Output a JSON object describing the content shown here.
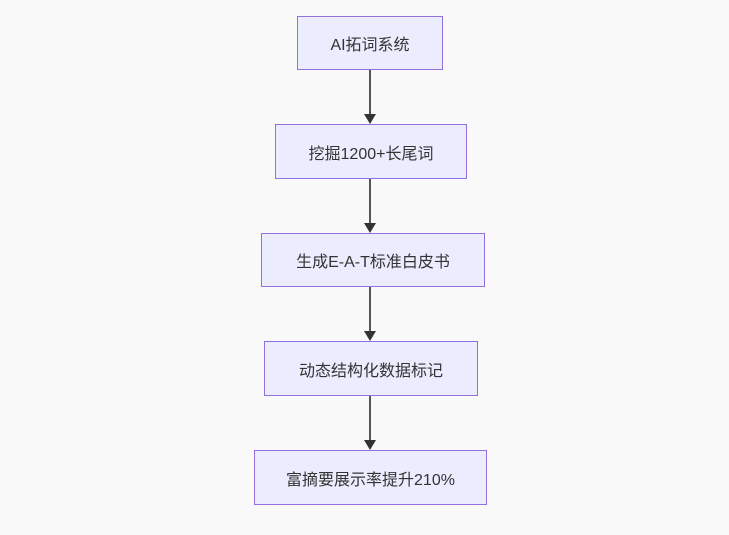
{
  "diagram": {
    "type": "flowchart",
    "direction": "top-down",
    "background_color": "#f9f9f9",
    "node_fill_color": "#ECECFF",
    "node_border_color": "#9370DB",
    "text_color": "#333333",
    "arrow_color": "#333333",
    "nodes": [
      {
        "id": "n1",
        "label": "AI拓词系统"
      },
      {
        "id": "n2",
        "label": "挖掘1200+长尾词"
      },
      {
        "id": "n3",
        "label": "生成E-A-T标准白皮书"
      },
      {
        "id": "n4",
        "label": "动态结构化数据标记"
      },
      {
        "id": "n5",
        "label": "富摘要展示率提升210%"
      }
    ],
    "edges": [
      {
        "from": "n1",
        "to": "n2"
      },
      {
        "from": "n2",
        "to": "n3"
      },
      {
        "from": "n3",
        "to": "n4"
      },
      {
        "from": "n4",
        "to": "n5"
      }
    ]
  }
}
